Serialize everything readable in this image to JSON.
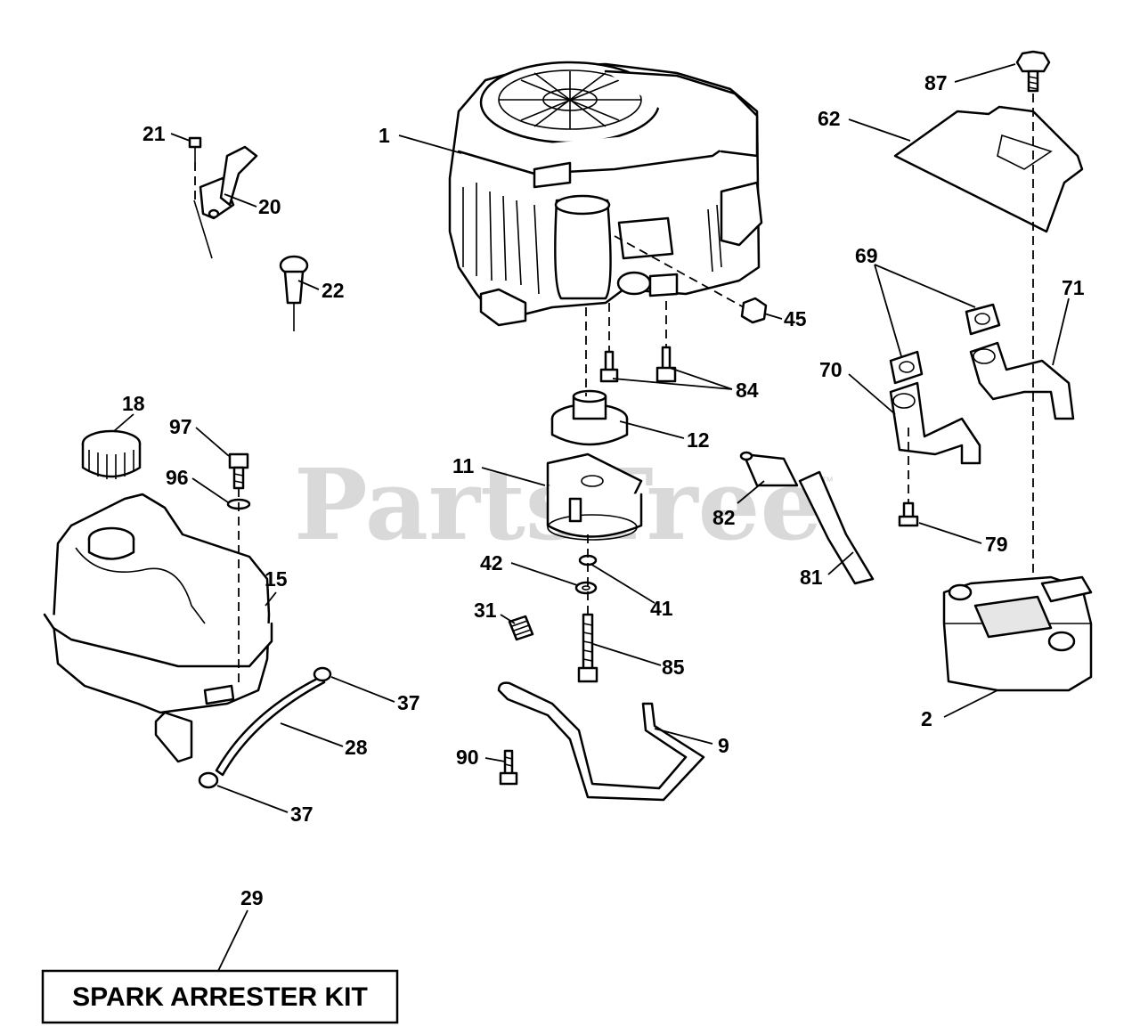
{
  "watermark": {
    "text": "PartsTree",
    "tm": "™"
  },
  "kit_box": {
    "label": "SPARK ARRESTER KIT"
  },
  "callouts": {
    "c1": "1",
    "c2": "2",
    "c9": "9",
    "c11": "11",
    "c12": "12",
    "c15": "15",
    "c18": "18",
    "c20": "20",
    "c21": "21",
    "c22": "22",
    "c28": "28",
    "c29": "29",
    "c31": "31",
    "c37a": "37",
    "c37b": "37",
    "c41": "41",
    "c42": "42",
    "c45": "45",
    "c62": "62",
    "c69": "69",
    "c70": "70",
    "c71": "71",
    "c79": "79",
    "c81": "81",
    "c82": "82",
    "c84": "84",
    "c85": "85",
    "c87": "87",
    "c90": "90",
    "c96": "96",
    "c97": "97"
  },
  "colors": {
    "ink": "#000000",
    "watermark": "#d3d3d3",
    "paper": "#ffffff"
  }
}
